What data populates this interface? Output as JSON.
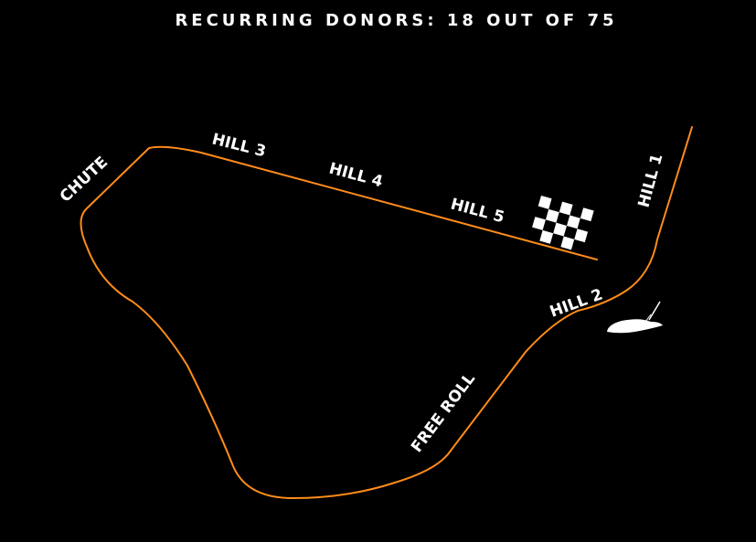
{
  "header": {
    "title": "RECURRING DONORS: 18 OUT OF 75"
  },
  "course": {
    "track_color": "#ff8c1a",
    "labels": {
      "chute": "CHUTE",
      "hill_1": "HILL 1",
      "hill_2": "HILL 2",
      "hill_3": "HILL 3",
      "hill_4": "HILL 4",
      "hill_5": "HILL 5",
      "free_roll": "FREE ROLL"
    },
    "finish_icon": "checkered-flag-icon",
    "start_icon": "derby-car-icon"
  }
}
